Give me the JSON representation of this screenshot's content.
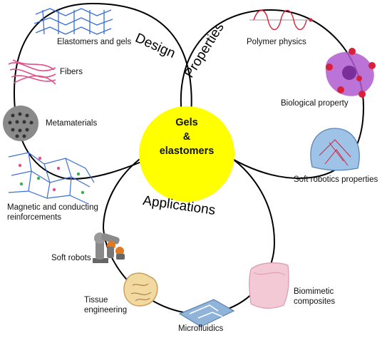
{
  "center": {
    "line1": "Gels",
    "line2": "&",
    "line3": "elastomers"
  },
  "categories": {
    "design": "Design",
    "properties": "Properties",
    "applications": "Applications"
  },
  "labels": {
    "elastomers_gels": "Elastomers and gels",
    "fibers": "Fibers",
    "metamaterials": "Metamaterials",
    "magnetic": "Magnetic and conducting reinforcements",
    "soft_robots": "Soft robots",
    "tissue": "Tissue engineering",
    "microfluidics": "Microfluidics",
    "biomimetic": "Biomimetic composites",
    "soft_robotics_props": "Soft robotics properties",
    "biological": "Biological property",
    "polymer_physics": "Polymer physics"
  },
  "colors": {
    "center_fill": "#ffff00",
    "ring_stroke": "#000000",
    "network_blue": "#3a6fd8",
    "fiber_pink": "#e0508a",
    "cell_purple": "#b05ad0",
    "cell_red": "#d8203a",
    "gel_blue": "#9fc3e6",
    "robot_gray": "#8a8a8a",
    "robot_orange": "#e07a20",
    "tissue_yellow": "#f2d9a0",
    "chip_blue": "#8fb3d9",
    "composite_pink": "#f3c9d6"
  }
}
